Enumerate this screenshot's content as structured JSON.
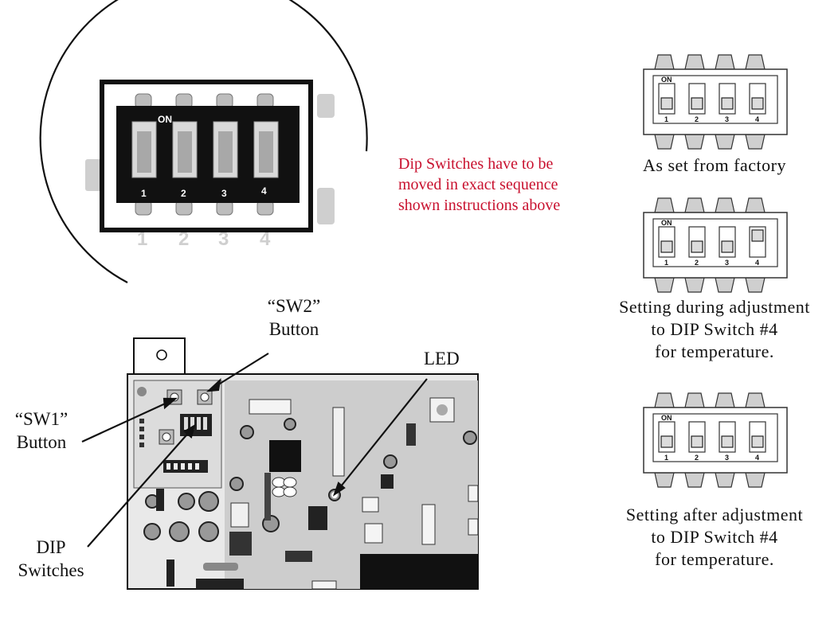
{
  "note": {
    "lines": [
      "Dip Switches have to be",
      "moved in exact sequence",
      "shown instructions above"
    ],
    "color": "#c8102e"
  },
  "zoom": {
    "on_label": "ON",
    "switch_numbers": [
      "1",
      "2",
      "3",
      "4"
    ]
  },
  "board": {
    "sw2_label": [
      "“SW2”",
      "Button"
    ],
    "sw1_label": [
      "“SW1”",
      "Button"
    ],
    "led_label": "LED",
    "dip_label": [
      "DIP",
      "Switches"
    ]
  },
  "diagrams": [
    {
      "on_label": "ON",
      "numbers": [
        "1",
        "2",
        "3",
        "4"
      ],
      "positions": [
        "off",
        "off",
        "off",
        "off"
      ],
      "caption": [
        "As set from factory"
      ]
    },
    {
      "on_label": "ON",
      "numbers": [
        "1",
        "2",
        "3",
        "4"
      ],
      "positions": [
        "off",
        "off",
        "off",
        "on"
      ],
      "caption": [
        "Setting during adjustment",
        "to DIP Switch #4",
        "for temperature."
      ]
    },
    {
      "on_label": "ON",
      "numbers": [
        "1",
        "2",
        "3",
        "4"
      ],
      "positions": [
        "off",
        "off",
        "off",
        "off"
      ],
      "caption": [
        "Setting after adjustment",
        "to DIP Switch #4",
        "for temperature."
      ]
    }
  ]
}
